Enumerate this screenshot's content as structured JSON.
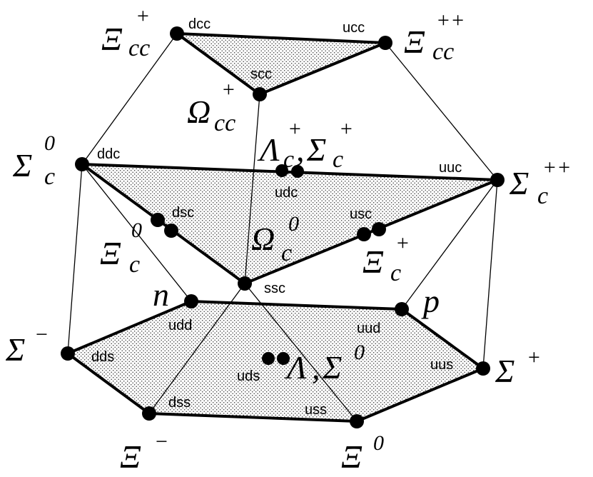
{
  "quarks": {
    "dcc": "dcc",
    "ucc": "ucc",
    "scc": "scc",
    "ddc": "ddc",
    "uuc": "uuc",
    "udc": "udc",
    "dsc": "dsc",
    "usc": "usc",
    "ssc": "ssc",
    "udd": "udd",
    "uud": "uud",
    "dds": "dds",
    "uus": "uus",
    "uds": "uds",
    "dss": "dss",
    "uss": "uss"
  },
  "particles": {
    "xi_cc_plus": {
      "base": "Ξ",
      "sub": "cc",
      "sup": "+"
    },
    "xi_cc_plusplus": {
      "base": "Ξ",
      "sub": "cc",
      "sup": "++"
    },
    "omega_cc_plus": {
      "base": "Ω",
      "sub": "cc",
      "sup": "+"
    },
    "sigma_c_zero": {
      "base": "Σ",
      "sub": "c",
      "sup": "0"
    },
    "sigma_c_plusplus": {
      "base": "Σ",
      "sub": "c",
      "sup": "++"
    },
    "lambda_sigma_c_plus": {
      "base1": "Λ",
      "sub1": "c",
      "sup1": "+",
      "comma": ",",
      "base2": "Σ",
      "sub2": "c",
      "sup2": "+"
    },
    "xi_c_zero": {
      "base": "Ξ",
      "sub": "c",
      "sup": "0"
    },
    "omega_c_zero": {
      "base": "Ω",
      "sub": "c",
      "sup": "0"
    },
    "xi_c_plus": {
      "base": "Ξ",
      "sub": "c",
      "sup": "+"
    },
    "neutron": "n",
    "proton": "p",
    "sigma_minus": {
      "base": "Σ",
      "sup": "−"
    },
    "sigma_plus": {
      "base": "Σ",
      "sup": "+"
    },
    "lambda_sigma_zero": {
      "base1": "Λ",
      "comma": ",",
      "base2": "Σ",
      "sup2": "0"
    },
    "xi_minus": {
      "base": "Ξ",
      "sup": "−"
    },
    "xi_zero": {
      "base": "Ξ",
      "sup": "0"
    }
  }
}
